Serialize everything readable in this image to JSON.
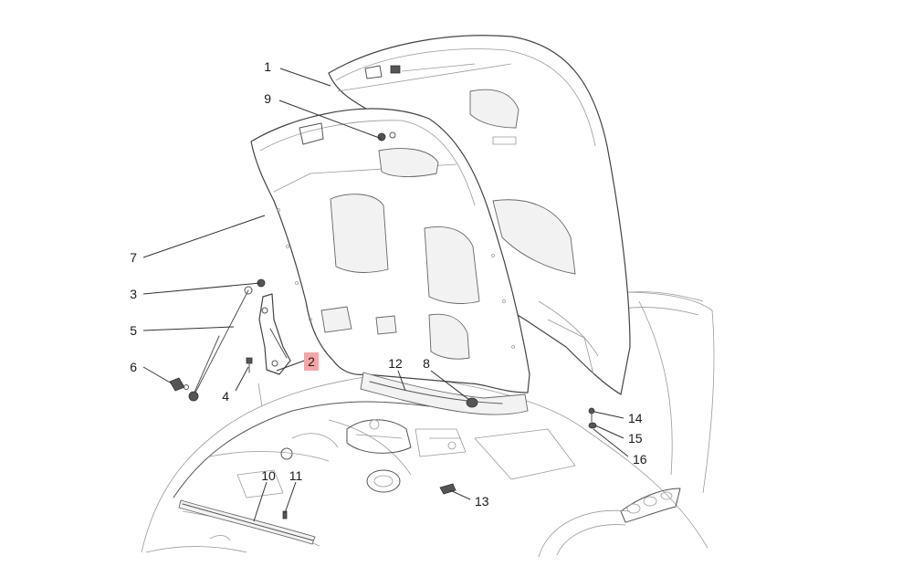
{
  "diagram": {
    "highlight_color": "#f4a6a6",
    "callouts": [
      {
        "id": "1",
        "label": "1"
      },
      {
        "id": "2",
        "label": "2",
        "highlighted": true
      },
      {
        "id": "3",
        "label": "3"
      },
      {
        "id": "4",
        "label": "4"
      },
      {
        "id": "5",
        "label": "5"
      },
      {
        "id": "6",
        "label": "6"
      },
      {
        "id": "7",
        "label": "7"
      },
      {
        "id": "8",
        "label": "8"
      },
      {
        "id": "9",
        "label": "9"
      },
      {
        "id": "10",
        "label": "10"
      },
      {
        "id": "11",
        "label": "11"
      },
      {
        "id": "12",
        "label": "12"
      },
      {
        "id": "13",
        "label": "13"
      },
      {
        "id": "14",
        "label": "14"
      },
      {
        "id": "15",
        "label": "15"
      },
      {
        "id": "16",
        "label": "16"
      }
    ]
  }
}
